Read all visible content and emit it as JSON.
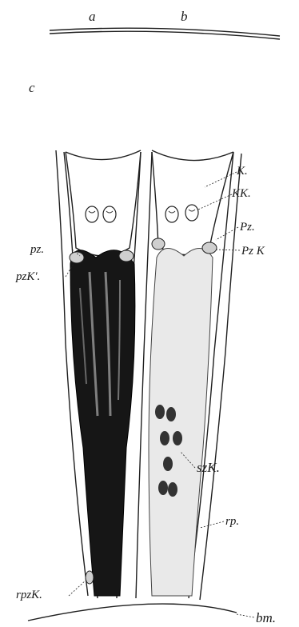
{
  "labels": {
    "top_a": "a",
    "top_b": "b",
    "left_c": "c",
    "K": "K.",
    "KK": "KK.",
    "Pz_right": "Pz.",
    "PzK_right": "Pz K",
    "pz_left": "pz.",
    "pzK_left": "pzK'.",
    "szK": "szK.",
    "rp": "rp.",
    "rpzK": "rpzK.",
    "bm": "bm."
  },
  "colors": {
    "ink": "#1f1f1f",
    "dark_stipple": "#111111",
    "light_stipple": "#7a7a7a",
    "paper": "#ffffff"
  }
}
